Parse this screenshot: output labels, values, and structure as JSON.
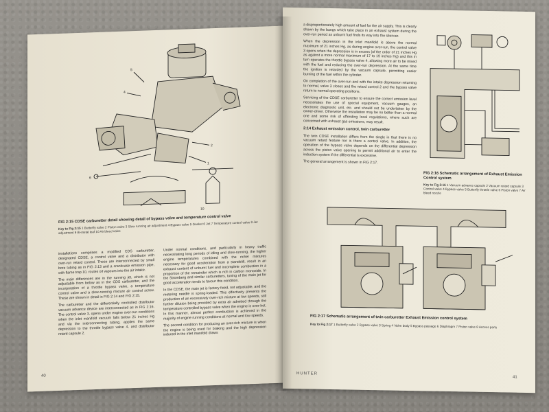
{
  "left_page": {
    "figure_caption": "FIG 2:15  CDSE carburetter detail showing detail of bypass valve and temperature control valve",
    "key_title": "Key to Fig 2:15",
    "key_text": "1 Butterfly valve  2 Piston valve  3 Slow running air adjustment  4 Bypass valve  5 Gasket  6 Jet  7 Temperature control valve  8 Jet adjustment  9 Bi-metal leaf  10 Air bleed valve",
    "col1": [
      "installations comprises a modified CDS carburetter, designated CDSE, a control valve and a distributor with over-run retard control. These are interconnected by small bore tubing as in FIG 2:13 and a crankcase emission pipe, with flame trap 10, routes oil vapours into the air intake.",
      "The main differences are in the running jet, which is not adjustable from below as in the CDS carburetter, and the incorporation of a throttle bypass valve, a temperature control valve and a slow-running mixture air control screw. These are shown in detail in FIG 2:14 and FIG 2:15.",
      "The carburetter and the differentially controlled distributor vacuum advance device are interconnected as in FIG 2:16. The control valve 3, opens under engine over-run conditions when the inlet manifold vacuum falls below 21 inches Hg and via the interconnecting tubing, applies the same depression to the throttle bypass valve 4, and distributor retard capsule 2."
    ],
    "col2": [
      "Under normal conditions, and particularly in heavy traffic necessitating long periods of idling and slow-running, the higher engine temperatures combined with the richer mixtures necessary for good acceleration from a standstill, result in an exhaust content of unburnt fuel and incomplete combustion in a proportion of the remainder which is rich in carbon monoxide. In the Stromberg and similar carburetters, tuning of the main jet for good acceleration tends to favour this condition.",
      "In the CDSE, the main jet is factory fixed, not adjustable, and the metering needle is spring-loaded. This effectively prevents the production of an excessively over-rich mixture at low speeds, still further dilution being provided by extra air admitted through the temperature controlled bypass valve when the engine is over-hot. In this manner, almost perfect combustion is achieved in the majority of engine running conditions at normal and low speeds.",
      "The second condition for producing an over-rich mixture is when the engine is being used for braking and the high depression induced in the inlet manifold draws"
    ],
    "folio": "40"
  },
  "right_page": {
    "col1": [
      "a disproportionately high amount of fuel for the air supply. This is clearly shown by the bangs which take place in an exhaust system during the over-run period as unburnt fuel finds its way into the silencer.",
      "When the depression in the inlet manifold is above the normal maximum of 21 inches Hg, as during engine over-run, the control valve 3 opens when the depression is in excess (of the order of 21 inches Hg as against a more normal maximum of 17 to 19 inches Hg) and this in turn operates the throttle bypass valve 4, allowing more air to be mixed with the fuel and reducing the over-run depression. At the same time the ignition is retarded by the vacuum capsule, permitting easier burning of the fuel within the cylinder.",
      "On completion of the over-run and with the intake depression returning to normal, valve 3 closes and the retard control 2 and the bypass valve return to normal operating positions.",
      "Servicing of the CDSE carburetter to ensure the correct emission level necessitates the use of special equipment, vacuum gauges, an electronic diagnostic unit, etc. and should not be undertaken by the owner-driver. Otherwise the installation may be no better than a normal one and some risk of offending local regulations, where such are concerned with exhaust gas emissions, may result."
    ],
    "heading": "2:14 Exhaust emission control, twin carburetter",
    "col2": [
      "The twin CDSE installation differs from the single in that there is no vacuum retard feature nor is there a control valve. In addition, the operation of the bypass valve depends on the differential depression across the piston valve opening to permit additional air to enter the induction system if the differential is excessive.",
      "The general arrangement is shown in FIG 2:17."
    ],
    "fig16_caption": "FIG 2:16  Schematic arrangement of Exhaust Emission Control system",
    "fig16_key_title": "Key to Fig 2:16",
    "fig16_key": "1 Vacuum advance capsule  2 Vacuum retard capsule  3 Control valve  4 Bypass valve  5 Butterfly throttle valve  6 Piston valve  7 Air bleed nozzle",
    "fig17_caption": "FIG 2:17  Schematic arrangement of twin carburetter Exhaust Emission control system",
    "fig17_key_title": "Key to Fig 2:17",
    "fig17_key": "1 Butterfly valve  2 Bypass valve  3 Spring  4 Valve body  5 Bypass passage  6 Diaphragm  7 Piston valve  8 Access ports",
    "running_head": "HUNTER",
    "folio": "41"
  }
}
